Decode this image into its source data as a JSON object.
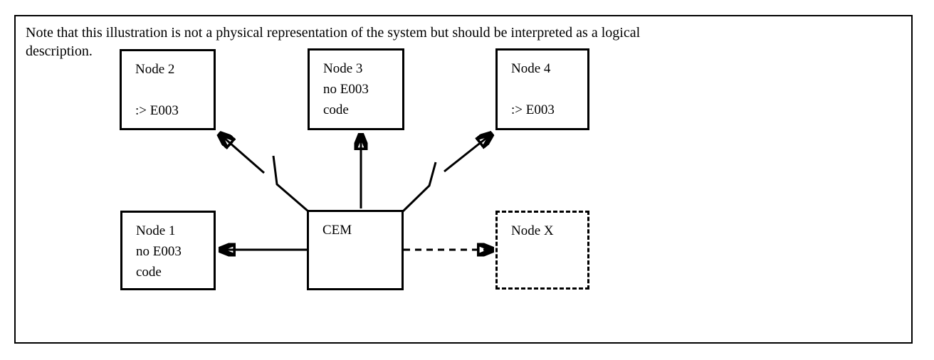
{
  "colors": {
    "ink": "#000000",
    "background": "#ffffff"
  },
  "note": {
    "lines": [
      "Note that this illustration is not a physical representation of the system but should be interpreted as a logical",
      "description."
    ]
  },
  "nodes": {
    "node2": {
      "lines": [
        "Node 2",
        "",
        ":> E003"
      ]
    },
    "node3": {
      "lines": [
        "Node 3",
        "no E003",
        "code"
      ]
    },
    "node4": {
      "lines": [
        "Node 4",
        "",
        ":> E003"
      ]
    },
    "node1": {
      "lines": [
        "Node 1",
        "no E003",
        "code"
      ]
    },
    "cem": {
      "lines": [
        "CEM"
      ]
    },
    "nodex": {
      "lines": [
        "Node X"
      ]
    }
  },
  "connections": [
    {
      "from": "CEM",
      "to": "Node 1",
      "style": "solid-arrow"
    },
    {
      "from": "CEM",
      "to": "Node 2",
      "style": "arrow-with-broken-link"
    },
    {
      "from": "CEM",
      "to": "Node 3",
      "style": "solid-arrow"
    },
    {
      "from": "CEM",
      "to": "Node 4",
      "style": "arrow-with-broken-link"
    },
    {
      "from": "CEM",
      "to": "Node X",
      "style": "dashed-arrow"
    }
  ]
}
